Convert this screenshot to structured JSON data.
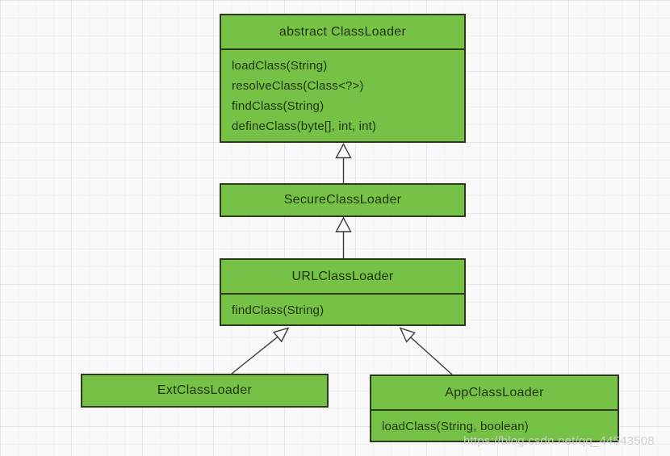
{
  "diagram": {
    "colors": {
      "box_fill": "#76c247",
      "box_border": "#2e3a20",
      "box_text": "#1e3407",
      "background": "#f9f9f9",
      "arrow": "#3c3c3c",
      "watermark_text": "#cecece"
    },
    "classes": [
      {
        "name": "abstract ClassLoader",
        "methods": [
          "loadClass(String)",
          "resolveClass(Class<?>)",
          "findClass(String)",
          "defineClass(byte[], int, int)"
        ]
      },
      {
        "name": "SecureClassLoader",
        "methods": []
      },
      {
        "name": "URLClassLoader",
        "methods": [
          "findClass(String)"
        ]
      },
      {
        "name": "ExtClassLoader",
        "methods": []
      },
      {
        "name": "AppClassLoader",
        "methods": [
          "loadClass(String, boolean)"
        ]
      }
    ],
    "relations": [
      {
        "from": "SecureClassLoader",
        "to": "abstract ClassLoader",
        "type": "generalization"
      },
      {
        "from": "URLClassLoader",
        "to": "SecureClassLoader",
        "type": "generalization"
      },
      {
        "from": "ExtClassLoader",
        "to": "URLClassLoader",
        "type": "generalization"
      },
      {
        "from": "AppClassLoader",
        "to": "URLClassLoader",
        "type": "generalization"
      }
    ],
    "watermark": "https://blog.csdn.net/qq_44543508"
  }
}
